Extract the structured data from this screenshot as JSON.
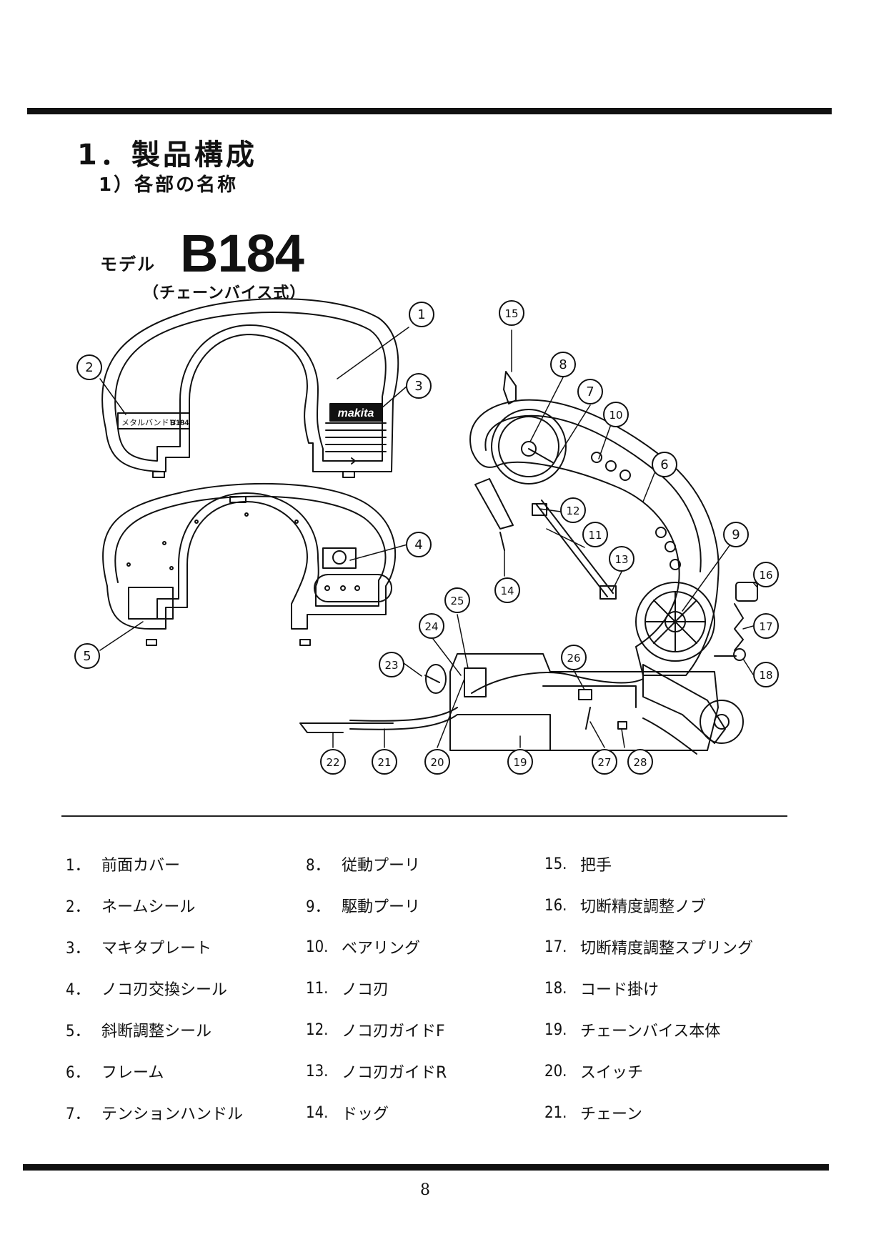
{
  "heading": {
    "section": "1．製品構成",
    "subsection": "1）各部の名称"
  },
  "model": {
    "label": "モデル",
    "number": "B184",
    "variant": "（チェーンバイス式）"
  },
  "diagram": {
    "callouts": [
      "1",
      "2",
      "3",
      "4",
      "5",
      "6",
      "7",
      "8",
      "9",
      "10",
      "11",
      "12",
      "13",
      "14",
      "15",
      "16",
      "17",
      "18",
      "19",
      "20",
      "21",
      "22",
      "23",
      "24",
      "25",
      "26",
      "27",
      "28"
    ],
    "name_seal_text": "メタルバンドソー",
    "name_seal_model": "B184",
    "brand_plate": "makita"
  },
  "legend": {
    "col1": [
      {
        "num": "1．",
        "label": "前面カバー"
      },
      {
        "num": "2．",
        "label": "ネームシール"
      },
      {
        "num": "3．",
        "label": "マキタプレート"
      },
      {
        "num": "4．",
        "label": "ノコ刃交換シール"
      },
      {
        "num": "5．",
        "label": "斜断調整シール"
      },
      {
        "num": "6．",
        "label": "フレーム"
      },
      {
        "num": "7．",
        "label": "テンションハンドル"
      }
    ],
    "col2": [
      {
        "num": "8．",
        "label": "従動プーリ"
      },
      {
        "num": "9．",
        "label": "駆動プーリ"
      },
      {
        "num": "10.",
        "label": "ベアリング"
      },
      {
        "num": "11.",
        "label": "ノコ刃"
      },
      {
        "num": "12.",
        "label": "ノコ刃ガイドF"
      },
      {
        "num": "13.",
        "label": "ノコ刃ガイドR"
      },
      {
        "num": "14.",
        "label": "ドッグ"
      }
    ],
    "col3": [
      {
        "num": "15.",
        "label": "把手"
      },
      {
        "num": "16.",
        "label": "切断精度調整ノブ"
      },
      {
        "num": "17.",
        "label": "切断精度調整スプリング"
      },
      {
        "num": "18.",
        "label": "コード掛け"
      },
      {
        "num": "19.",
        "label": "チェーンバイス本体"
      },
      {
        "num": "20.",
        "label": "スイッチ"
      },
      {
        "num": "21.",
        "label": "チェーン"
      }
    ]
  },
  "page_number": "8"
}
